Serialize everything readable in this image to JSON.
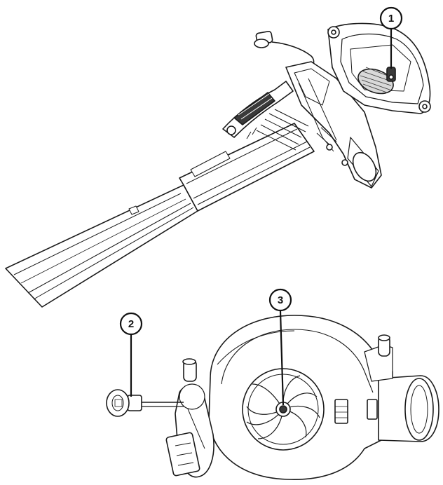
{
  "callouts": [
    {
      "id": "1",
      "label": "1"
    },
    {
      "id": "2",
      "label": "2"
    },
    {
      "id": "3",
      "label": "3"
    }
  ],
  "colors": {
    "line": "#1a1a1a",
    "fill": "#ffffff",
    "shade": "#d9d9d9",
    "dark": "#3a3a3a"
  }
}
